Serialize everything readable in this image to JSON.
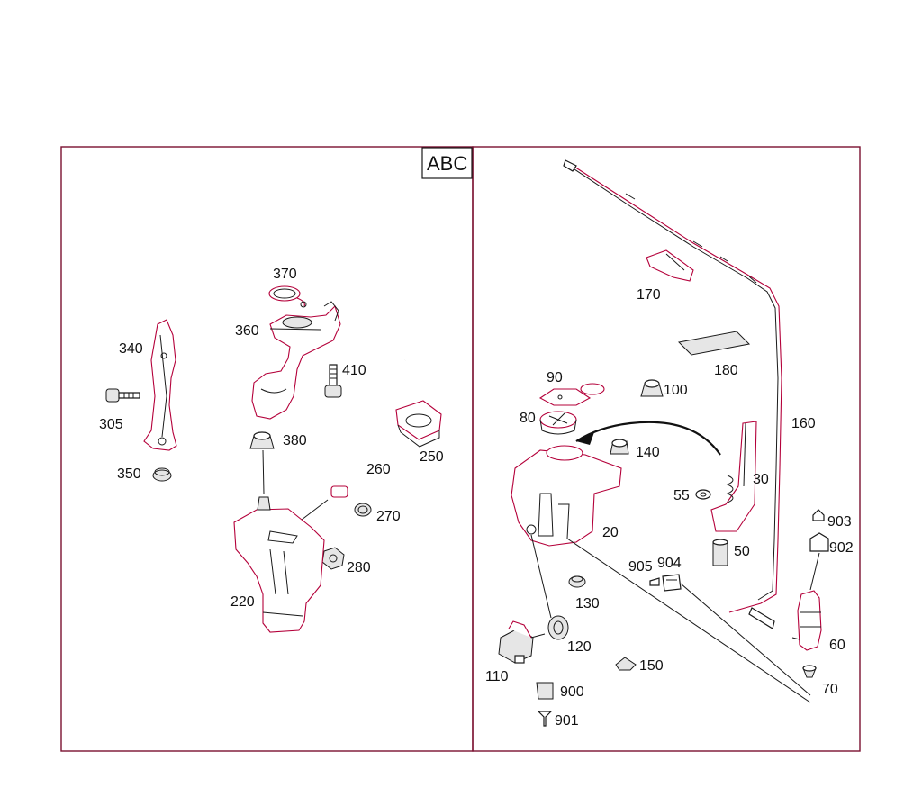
{
  "box_label": "ABC",
  "left_labels": {
    "p370": "370",
    "p360": "360",
    "p340": "340",
    "p410": "410",
    "p305": "305",
    "p380": "380",
    "p250": "250",
    "p260": "260",
    "p350": "350",
    "p270": "270",
    "p280": "280",
    "p220": "220"
  },
  "right_labels": {
    "p170": "170",
    "p180": "180",
    "p90": "90",
    "p100": "100",
    "p160": "160",
    "p80": "80",
    "p140": "140",
    "p30": "30",
    "p55": "55",
    "p20": "20",
    "p50": "50",
    "p903": "903",
    "p902": "902",
    "p905": "905",
    "p904": "904",
    "p130": "130",
    "p60": "60",
    "p120": "120",
    "p150": "150",
    "p110": "110",
    "p70": "70",
    "p900": "900",
    "p901": "901"
  }
}
